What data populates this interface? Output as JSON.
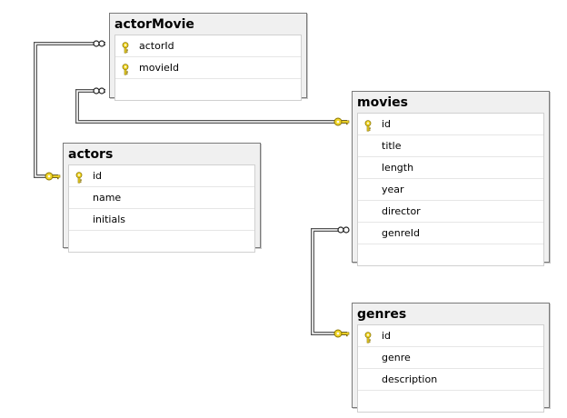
{
  "tables": {
    "actorMovie": {
      "name": "actorMovie",
      "columns": [
        {
          "name": "actorId",
          "pk": true
        },
        {
          "name": "movieId",
          "pk": true
        },
        {
          "name": "",
          "pk": false
        }
      ]
    },
    "movies": {
      "name": "movies",
      "columns": [
        {
          "name": "id",
          "pk": true
        },
        {
          "name": "title",
          "pk": false
        },
        {
          "name": "length",
          "pk": false
        },
        {
          "name": "year",
          "pk": false
        },
        {
          "name": "director",
          "pk": false
        },
        {
          "name": "genreId",
          "pk": false
        },
        {
          "name": "",
          "pk": false
        }
      ]
    },
    "actors": {
      "name": "actors",
      "columns": [
        {
          "name": "id",
          "pk": true
        },
        {
          "name": "name",
          "pk": false
        },
        {
          "name": "initials",
          "pk": false
        },
        {
          "name": "",
          "pk": false
        }
      ]
    },
    "genres": {
      "name": "genres",
      "columns": [
        {
          "name": "id",
          "pk": true
        },
        {
          "name": "genre",
          "pk": false
        },
        {
          "name": "description",
          "pk": false
        },
        {
          "name": "",
          "pk": false
        }
      ]
    }
  },
  "relationships": [
    {
      "from": "actorMovie.actorId",
      "to": "actors.id",
      "type": "many-to-one"
    },
    {
      "from": "actorMovie.movieId",
      "to": "movies.id",
      "type": "many-to-one"
    },
    {
      "from": "movies.genreId",
      "to": "genres.id",
      "type": "many-to-one"
    }
  ],
  "colors": {
    "key": "#f2d72a",
    "key_outline": "#8a7400",
    "line": "#555555",
    "title_bg": "#f0f0f0"
  }
}
